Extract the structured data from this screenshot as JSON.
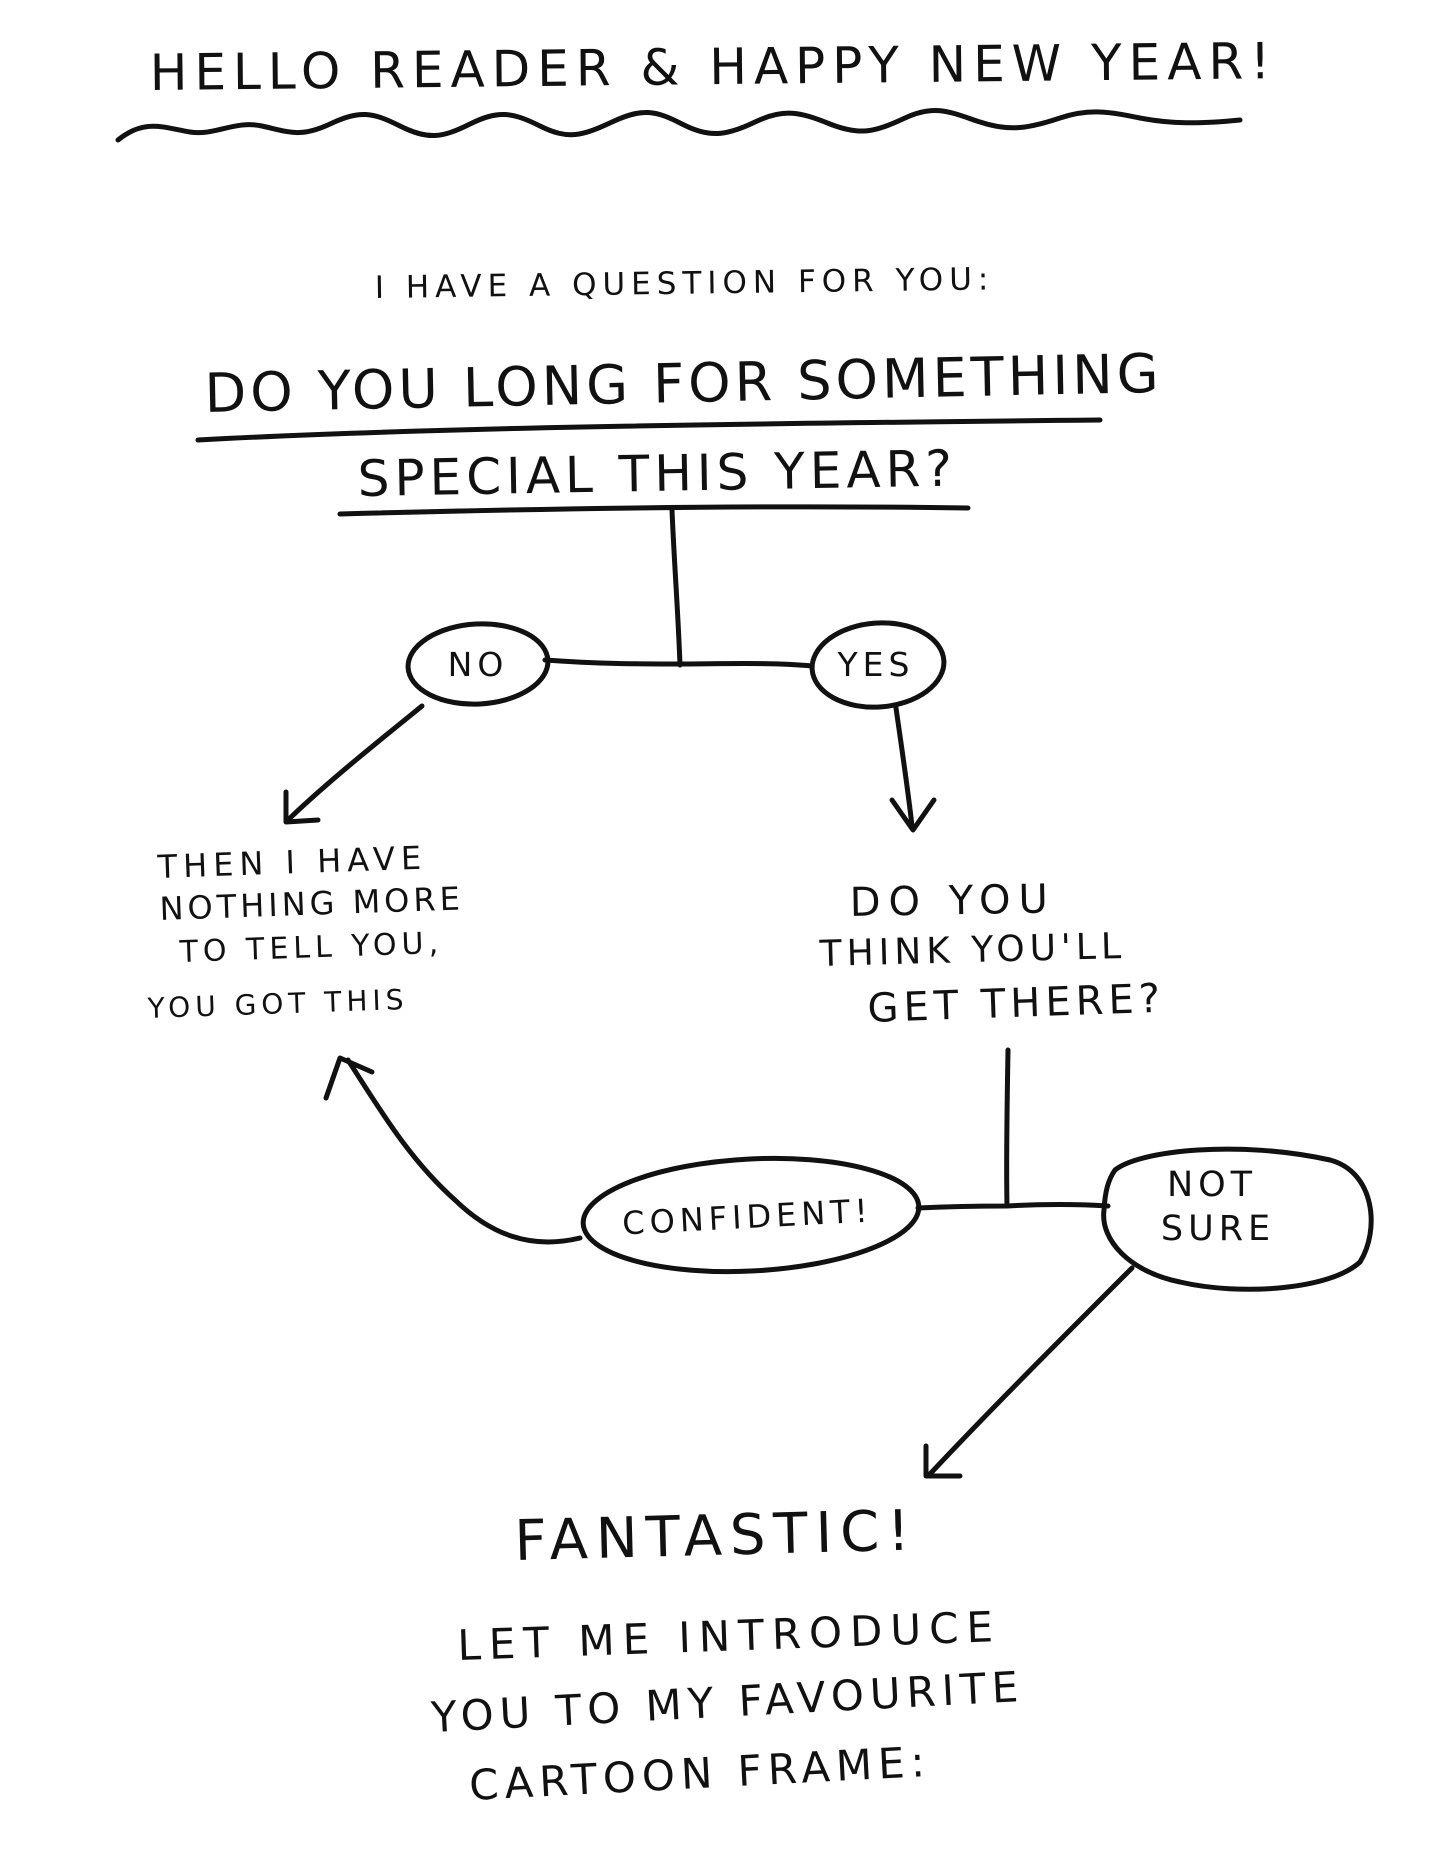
{
  "header": {
    "title": "HELLO READER & HAPPY NEW YEAR!"
  },
  "intro": {
    "prompt": "I HAVE A QUESTION FOR YOU:"
  },
  "question": {
    "line1": "DO YOU LONG FOR SOMETHING",
    "line2": "SPECIAL THIS YEAR?"
  },
  "nodes": {
    "no": "NO",
    "yes": "YES",
    "confident": "CONFIDENT!",
    "not_sure_line1": "NOT",
    "not_sure_line2": "SURE"
  },
  "no_result": {
    "line1": "THEN I HAVE",
    "line2": "NOTHING MORE",
    "line3": "TO TELL YOU,",
    "line4": "YOU GOT THIS"
  },
  "followup": {
    "line1": "DO YOU",
    "line2": "THINK YOU'LL",
    "line3": "GET THERE?"
  },
  "ending": {
    "headline": "FANTASTIC!",
    "line1": "LET ME INTRODUCE",
    "line2": "YOU TO MY FAVOURITE",
    "line3": "CARTOON FRAME:"
  },
  "colors": {
    "ink": "#111111",
    "paper": "#ffffff"
  }
}
